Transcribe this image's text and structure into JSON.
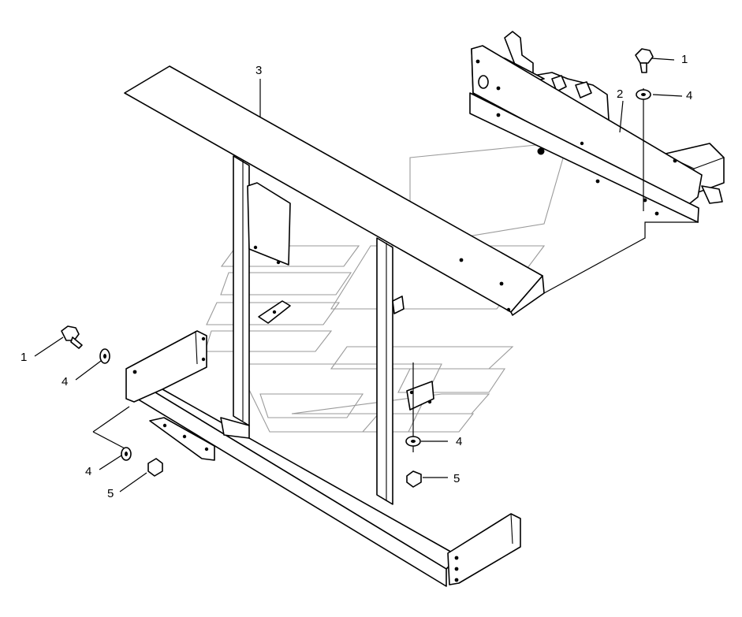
{
  "callouts": [
    {
      "id": "c1a",
      "label": "1"
    },
    {
      "id": "c4a",
      "label": "4"
    },
    {
      "id": "c2",
      "label": "2"
    },
    {
      "id": "c3",
      "label": "3"
    },
    {
      "id": "c1b",
      "label": "1"
    },
    {
      "id": "c4b",
      "label": "4"
    },
    {
      "id": "c4c",
      "label": "4"
    },
    {
      "id": "c5a",
      "label": "5"
    },
    {
      "id": "c4d",
      "label": "4"
    },
    {
      "id": "c5b",
      "label": "5"
    }
  ],
  "colors": {
    "line": "#000000",
    "watermark": "#9a9a9a",
    "background": "#ffffff"
  }
}
